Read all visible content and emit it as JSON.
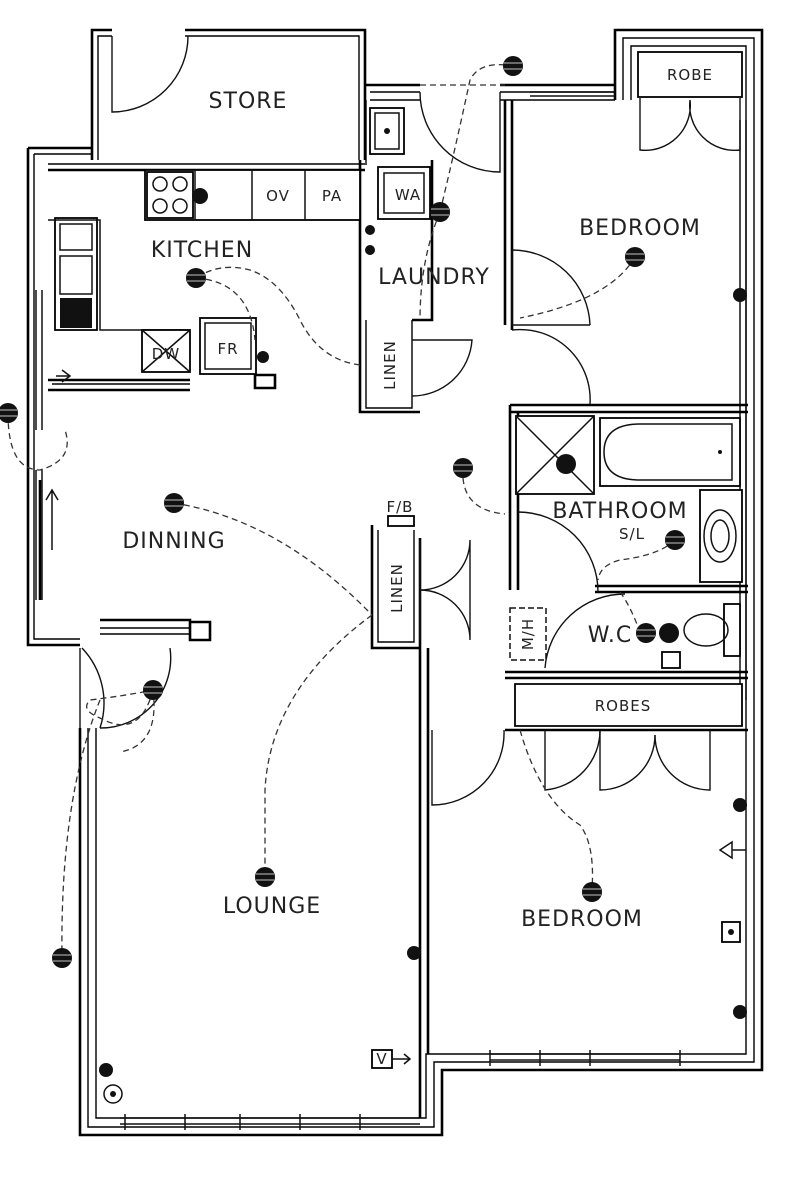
{
  "rooms": {
    "store": "STORE",
    "robe_top": "ROBE",
    "kitchen": "KITCHEN",
    "oven": "OV",
    "pantry": "PA",
    "washer": "WA",
    "laundry": "LAUNDRY",
    "bedroom_1": "BEDROOM",
    "fridge": "FR",
    "dishwasher": "DW",
    "linen_laundry": "LINEN",
    "dining": "DINNING",
    "fb": "F/B",
    "linen_hall": "LINEN",
    "bathroom": "BATHROOM",
    "sl": "S/L",
    "mh": "M/H",
    "wc": "W.C",
    "robes": "ROBES",
    "lounge": "LOUNGE",
    "bedroom_2": "BEDROOM",
    "v": "V"
  }
}
